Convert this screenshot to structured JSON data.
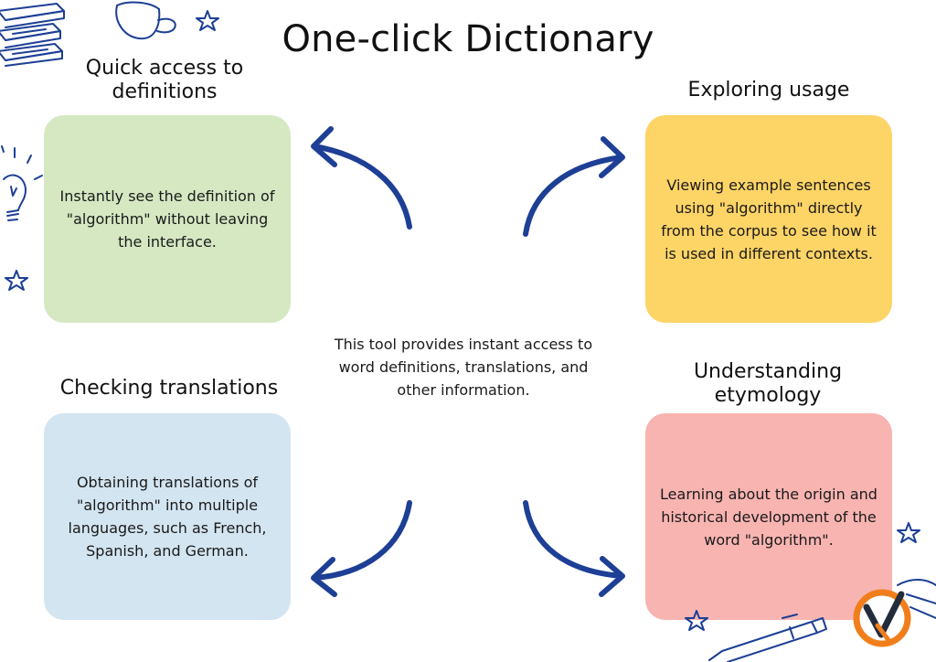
{
  "title": "One-click Dictionary",
  "center_text": "This tool provides instant access to word definitions, translations, and other information.",
  "cards": {
    "quick": {
      "heading": "Quick access to definitions",
      "text": "Instantly see the definition of \"algorithm\" without leaving the interface.",
      "color": "#d5e8c2"
    },
    "usage": {
      "heading": "Exploring usage",
      "text": "Viewing example sentences using \"algorithm\" directly from the corpus to see how it is used in different contexts.",
      "color": "#fdd466"
    },
    "translations": {
      "heading": "Checking translations",
      "text": "Obtaining translations of \"algorithm\" into multiple languages, such as French, Spanish, and German.",
      "color": "#d3e5f1"
    },
    "etymology": {
      "heading": "Understanding etymology",
      "text": "Learning about the origin and historical development of the word \"algorithm\".",
      "color": "#f8b4b1"
    }
  },
  "colors": {
    "arrow": "#1d3f95",
    "doodle": "#1d3f95",
    "logo_orange": "#f07e1b",
    "logo_dark": "#232c3a"
  },
  "icons": [
    "books-icon",
    "cup-icon",
    "star-icon",
    "lightbulb-icon",
    "pen-icon",
    "logo-icon"
  ]
}
